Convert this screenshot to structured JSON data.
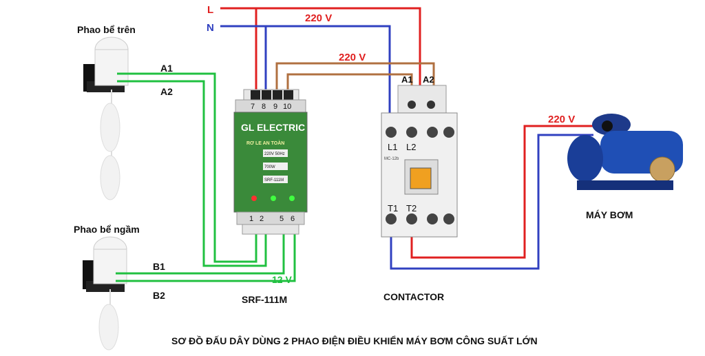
{
  "lines": {
    "L": "L",
    "N": "N"
  },
  "voltages": {
    "mains": "220 V",
    "coil": "220 V",
    "pump": "220 V",
    "float": "12 V"
  },
  "floats": {
    "upper": {
      "title": "Phao bể trên",
      "w1": "A1",
      "w2": "A2"
    },
    "lower": {
      "title": "Phao bể ngầm",
      "w1": "B1",
      "w2": "B2"
    }
  },
  "relay": {
    "brand": "GL ELECTRIC",
    "subtitle": "RƠ LE AN TOÀN",
    "spec1": "220V 50Hz",
    "spec2": "700W",
    "spec3": "SRF-111M",
    "model": "SRF-111M",
    "top_terminals": [
      "7",
      "8",
      "9",
      "10"
    ],
    "bottom_terminals": [
      "1",
      "2",
      "5",
      "6"
    ]
  },
  "contactor": {
    "label": "CONTACTOR",
    "coil_terms": [
      "A1",
      "A2"
    ],
    "in_terms": [
      "L1",
      "L2"
    ],
    "out_terms": [
      "T1",
      "T2"
    ],
    "model": "MC-12b"
  },
  "pump": {
    "label": "MÁY BƠM"
  },
  "footer": {
    "caption": "SƠ ĐỒ ĐẤU DÂY DÙNG 2 PHAO ĐIỆN ĐIỀU KHIỂN MÁY BƠM CÔNG SUẤT LỚN"
  },
  "colors": {
    "live": "#e02020",
    "neutral": "#3040c0",
    "coil": "#b07040",
    "float": "#20c040"
  }
}
